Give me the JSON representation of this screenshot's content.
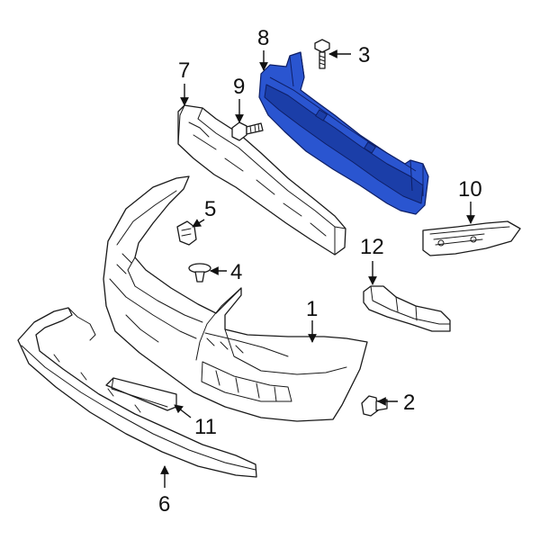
{
  "callouts": {
    "c1": "1",
    "c2": "2",
    "c3": "3",
    "c4": "4",
    "c5": "5",
    "c6": "6",
    "c7": "7",
    "c8": "8",
    "c9": "9",
    "c10": "10",
    "c11": "11",
    "c12": "12"
  },
  "colors": {
    "highlight": "#2a55d0",
    "line": "#1a1a1a",
    "background": "#ffffff"
  }
}
